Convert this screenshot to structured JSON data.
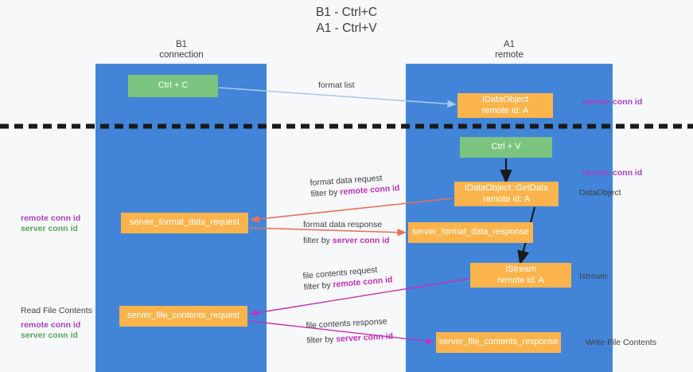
{
  "title": {
    "line1": "B1 - Ctrl+C",
    "line2": "A1 - Ctrl+V"
  },
  "lanes": [
    {
      "id": "b1",
      "line1": "B1",
      "line2": "connection",
      "color": "#4285d8"
    },
    {
      "id": "a1",
      "line1": "A1",
      "line2": "remote",
      "color": "#4285d8"
    }
  ],
  "colors": {
    "lane": "#4285d8",
    "green_box": "#7ac47f",
    "orange_box": "#fbb44c",
    "purple_text": "#a83fbf",
    "magenta_text": "#c030b8",
    "green_text": "#56a75b",
    "arrow_blue": "#a8c9ea",
    "arrow_red": "#e8705f",
    "arrow_magenta": "#c030b8",
    "arrow_black": "#1a1a1a",
    "background": "#f7f8f9"
  },
  "boxes": {
    "ctrl_c": {
      "line1": "Ctrl + C",
      "line2": ""
    },
    "idataobject": {
      "line1": "IDataObject",
      "line2": "remote id: A"
    },
    "ctrl_v": {
      "line1": "Ctrl + V",
      "line2": ""
    },
    "getdata": {
      "line1": "IDataObject::GetData",
      "line2": "remote id: A"
    },
    "server_format_data_request": {
      "line1": "server_format_data_request",
      "line2": ""
    },
    "server_format_data_response": {
      "line1": "server_format_data_response",
      "line2": ""
    },
    "istream": {
      "line1": "IStream",
      "line2": "remote id: A"
    },
    "server_file_contents_request": {
      "line1": "server_file_contents_request",
      "line2": ""
    },
    "server_file_contents_response": {
      "line1": "server_file_contents_response",
      "line2": ""
    }
  },
  "edge_labels": {
    "format_list": "format list",
    "format_data_request": "format data request",
    "format_data_request_filter_prefix": "filter by ",
    "format_data_request_filter_key": "remote conn id",
    "format_data_response": "format data response",
    "format_data_response_filter_prefix": "filter by ",
    "format_data_response_filter_key": "server conn id",
    "file_contents_request": "file contents request",
    "file_contents_request_filter_prefix": "filter by ",
    "file_contents_request_filter_key": "remote conn id",
    "file_contents_response": "file contents response",
    "file_contents_response_filter_prefix": "filter by ",
    "file_contents_response_filter_key": "server conn id"
  },
  "side_labels": {
    "right_remote_conn_id_top": "remote conn id",
    "right_remote_conn_id_mid": "remote conn id",
    "right_dataobject": "DataObject",
    "right_istream": "Istream",
    "right_write_file_contents": "Write File Contents",
    "left_read_file_contents": "Read File Contents",
    "left_remote_conn_id_mid": "remote conn id",
    "left_server_conn_id_mid": "server conn id",
    "left_remote_conn_id_bottom": "remote conn id",
    "left_server_conn_id_bottom": "server conn id"
  }
}
